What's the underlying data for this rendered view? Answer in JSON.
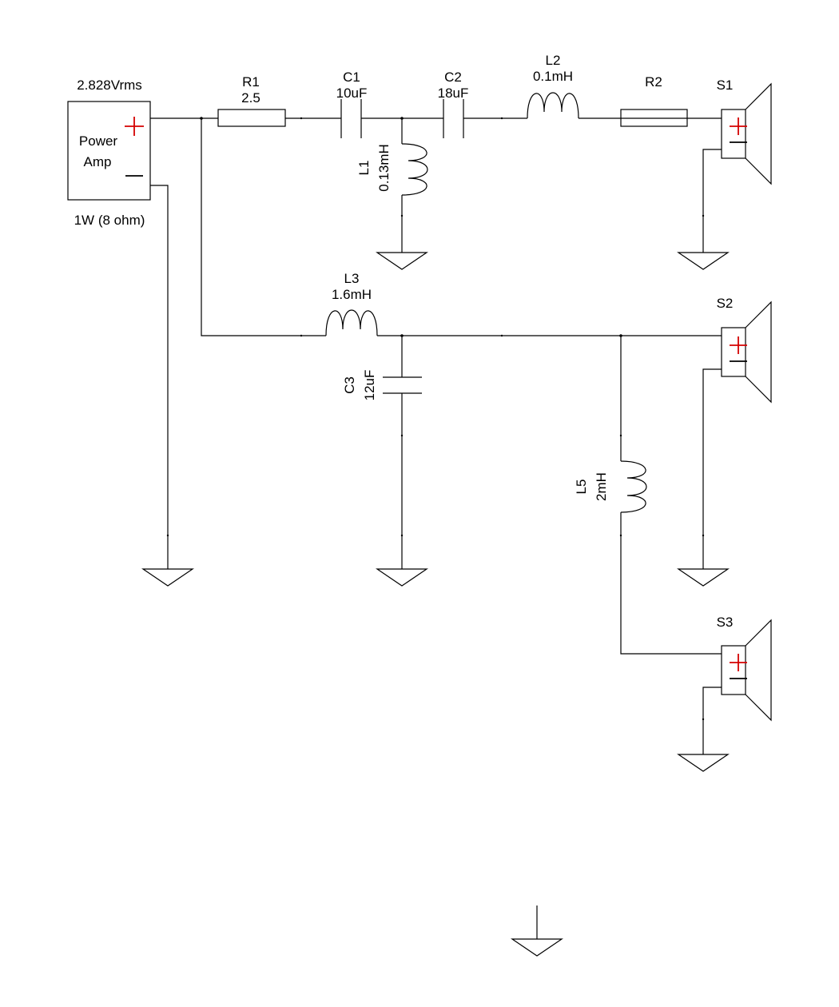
{
  "colors": {
    "line": "#000000",
    "polarity": "#d40000",
    "background": "#ffffff"
  },
  "amp": {
    "voltage": "2.828Vrms",
    "line1": "Power",
    "line2": "Amp",
    "rating": "1W (8 ohm)"
  },
  "components": {
    "r1": {
      "name": "R1",
      "value": "2.5"
    },
    "c1": {
      "name": "C1",
      "value": "10uF"
    },
    "c2": {
      "name": "C2",
      "value": "18uF"
    },
    "l2": {
      "name": "L2",
      "value": "0.1mH"
    },
    "r2": {
      "name": "R2"
    },
    "l1": {
      "name": "L1",
      "value": "0.13mH"
    },
    "l3": {
      "name": "L3",
      "value": "1.6mH"
    },
    "c3": {
      "name": "C3",
      "value": "12uF"
    },
    "l5": {
      "name": "L5",
      "value": "2mH"
    }
  },
  "speakers": {
    "s1": {
      "name": "S1"
    },
    "s2": {
      "name": "S2"
    },
    "s3": {
      "name": "S3"
    }
  }
}
